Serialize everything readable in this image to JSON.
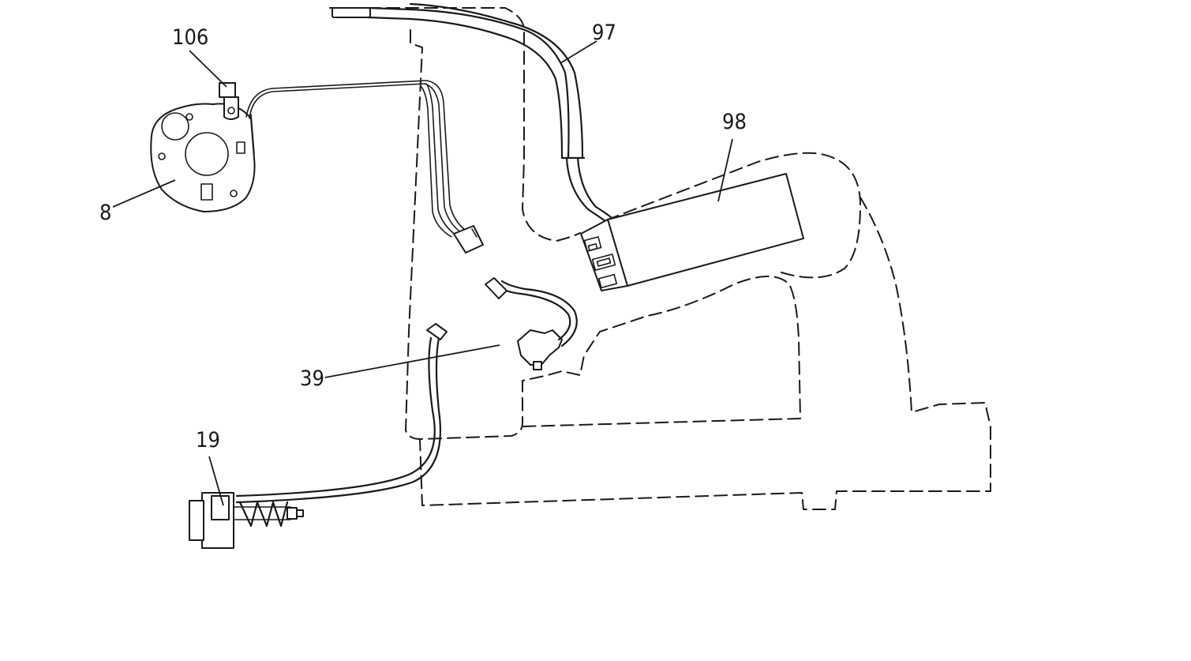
{
  "diagram": {
    "callouts": {
      "c106": "106",
      "c97": "97",
      "c98": "98",
      "c8": "8",
      "c39": "39",
      "c19": "19"
    }
  }
}
